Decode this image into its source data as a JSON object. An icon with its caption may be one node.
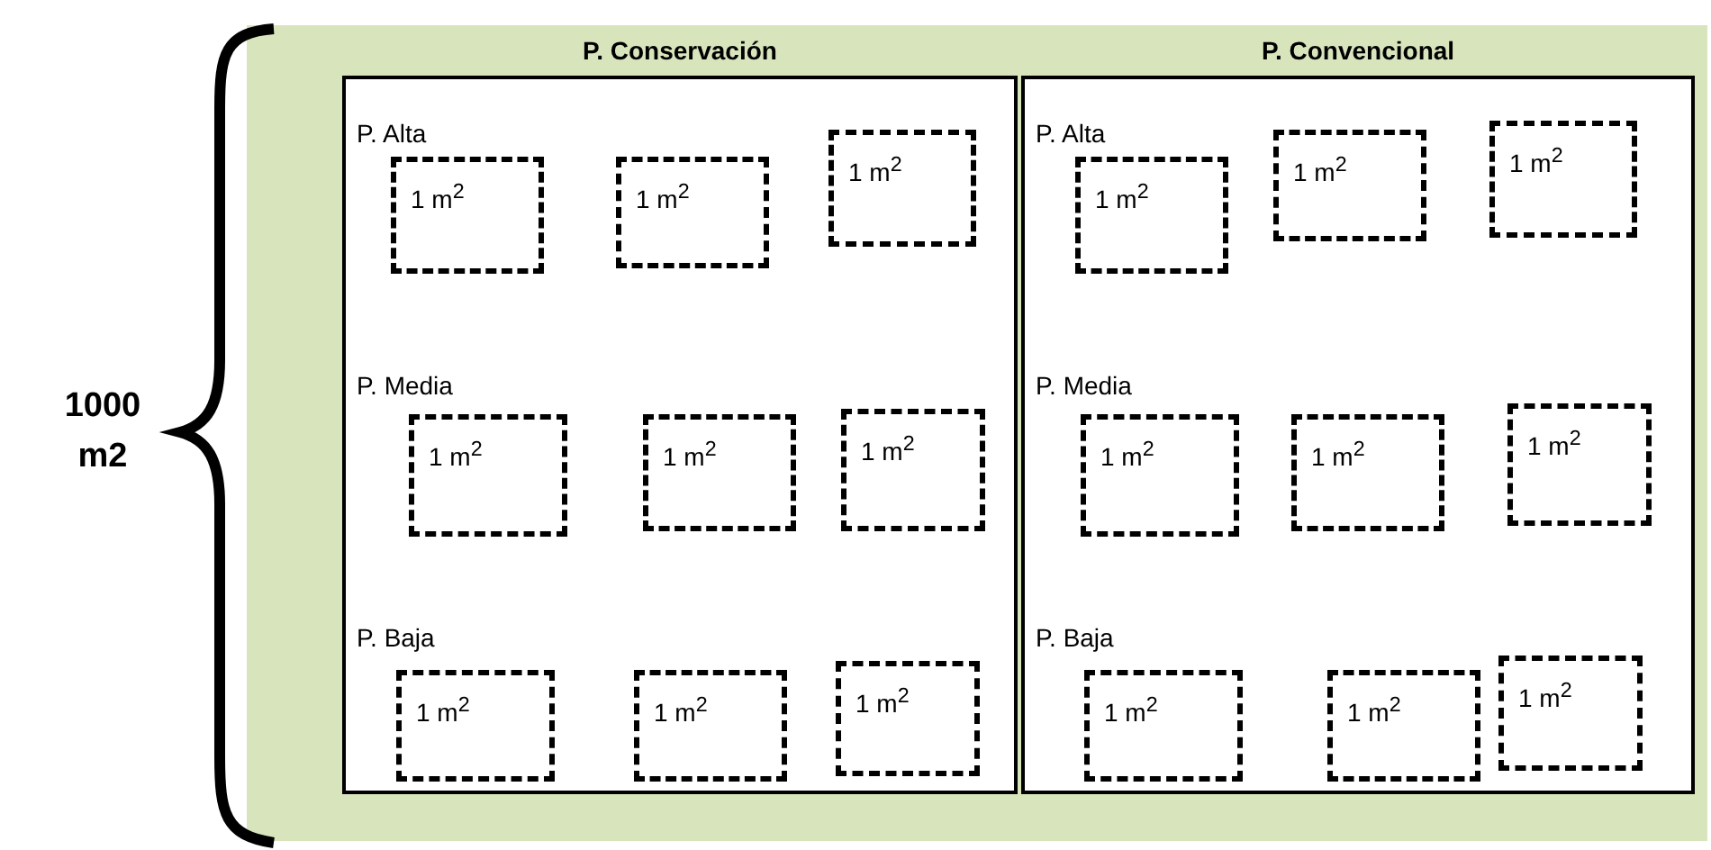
{
  "diagram": {
    "nodes": [
      {
        "text": [],
        "shape": "box"
      },
      {
        "text": [
          "P. Conservación",
          "P. Alta",
          "P. Media",
          "P. Baja"
        ],
        "in": 0
      },
      {
        "text": [
          "1 m$^{2}$"
        ],
        "in": 1
      },
      {
        "text": [
          "1 m$^{2}$"
        ],
        "in": 1
      },
      {
        "text": [
          "1 m$^{2}$"
        ],
        "in": 1
      },
      {
        "text": [
          "1 m$^{2}$"
        ],
        "in": 1
      },
      {
        "text": [
          "1 m$^{2}$"
        ],
        "in": 1
      },
      {
        "text": [
          "1 m$^{2}$"
        ],
        "in": 1
      },
      {
        "text": [
          "1 m$^{2}$"
        ],
        "in": 1
      },
      {
        "text": [
          "1 m$^{2}$"
        ],
        "in": 1
      },
      {
        "text": [
          "1 m$^{2}$"
        ],
        "in": 1
      },
      {
        "text": [
          "P. Convencional",
          "P. Alta",
          "P. Media",
          "P. Baja"
        ],
        "in": 0
      },
      {
        "text": [
          "1 m$^{2}$"
        ],
        "in": 11
      },
      {
        "text": [
          "1 m$^{2}$"
        ],
        "in": 11
      },
      {
        "text": [
          "1 m$^{2}$"
        ],
        "in": 11
      },
      {
        "text": [
          "1 m$^{2}$"
        ],
        "in": 11
      },
      {
        "text": [
          "1 m$^{2}$"
        ],
        "in": 11
      },
      {
        "text": [
          "1 m$^{2}$"
        ],
        "in": 11
      },
      {
        "text": [
          "1 m$^{2}$"
        ],
        "in": 11
      },
      {
        "text": [
          "1 m$^{2}$"
        ],
        "in": 11
      },
      {
        "text": [
          "1 m$^{2}$"
        ],
        "in": 11
      }
    ],
    "edges": [],
    "labels": [
      "1000 m2"
    ]
  }
}
